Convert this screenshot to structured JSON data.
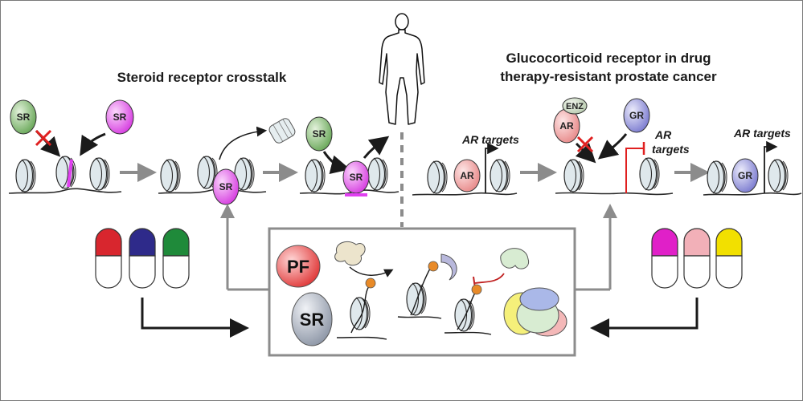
{
  "titles": {
    "left": "Steroid receptor crosstalk",
    "right_line1": "Glucocorticoid receptor in drug",
    "right_line2": "therapy-resistant prostate cancer"
  },
  "labels": {
    "sr": "SR",
    "ar": "AR",
    "gr": "GR",
    "enz": "ENZ",
    "pf": "PF",
    "ar_targets": "AR targets",
    "targets": "targets"
  },
  "colors": {
    "sr_magenta": "#e060e8",
    "sr_green": "#7ab86a",
    "ar_pink": "#f0a8a8",
    "gr_lavender": "#8f8fd8",
    "pf_red": "#e84848",
    "inhibit_red": "#e02020",
    "gray_arrow": "#8c8c8c",
    "pill_left": [
      "#d8262e",
      "#2e2a8a",
      "#1f8a3a"
    ],
    "pill_right": [
      "#e020c8",
      "#f2b0b8",
      "#f2e000"
    ]
  },
  "icons": {
    "human": "human-silhouette-icon",
    "nucleosome": "nucleosome-icon",
    "pill": "capsule-icon"
  }
}
